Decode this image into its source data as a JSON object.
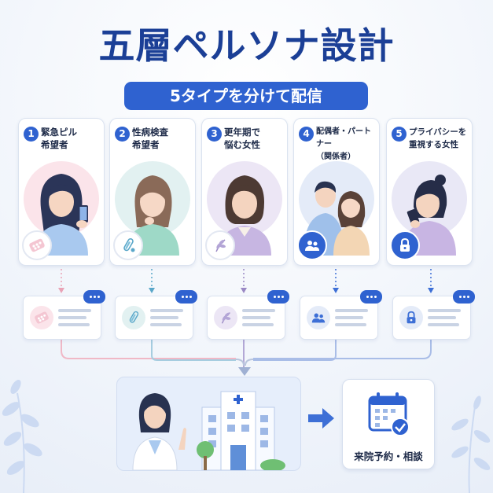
{
  "title": "五層ペルソナ設計",
  "subtitle": "5タイプを分けて配信",
  "personas": [
    {
      "number": "1",
      "label_line1": "緊急ピル",
      "label_line2": "希望者",
      "icon": "pill-pack-icon",
      "color": "#e9a3b6",
      "bg": "#fbe4ea"
    },
    {
      "number": "2",
      "label_line1": "性病検査",
      "label_line2": "希望者",
      "icon": "test-tube-icon",
      "color": "#5aa7c9",
      "bg": "#e2f1f1"
    },
    {
      "number": "3",
      "label_line1": "更年期で",
      "label_line2": "悩む女性",
      "icon": "leaf-icon",
      "color": "#9a88c4",
      "bg": "#ece6f5"
    },
    {
      "number": "4",
      "label_line1": "配偶者・パートナー",
      "label_line2": "（関係者）",
      "icon": "people-icon",
      "color": "#3d6fd6",
      "bg": "#e4ebf8"
    },
    {
      "number": "5",
      "label_line1": "プライバシーを",
      "label_line2": "重視する女性",
      "icon": "lock-icon",
      "color": "#3d6fd6",
      "bg": "#e9e8f6"
    }
  ],
  "result": {
    "label": "来院予約・相談",
    "icon": "calendar-check-icon"
  },
  "colors": {
    "primary": "#2f62d0",
    "title": "#1b3f96"
  }
}
